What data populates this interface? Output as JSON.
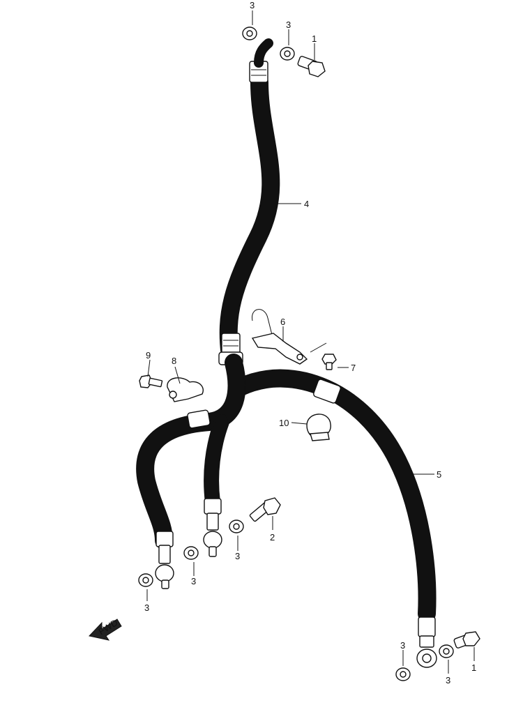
{
  "callouts": {
    "c1a": "1",
    "c1b": "1",
    "c2": "2",
    "c3a": "3",
    "c3b": "3",
    "c3c": "3",
    "c3d": "3",
    "c3e": "3",
    "c3f": "3",
    "c3g": "3",
    "c4": "4",
    "c5": "5",
    "c6": "6",
    "c7": "7",
    "c8": "8",
    "c9": "9",
    "c10": "10"
  },
  "fwd_arrow": {
    "label": "FWD"
  },
  "colors": {
    "line": "#111111",
    "background": "#ffffff"
  }
}
